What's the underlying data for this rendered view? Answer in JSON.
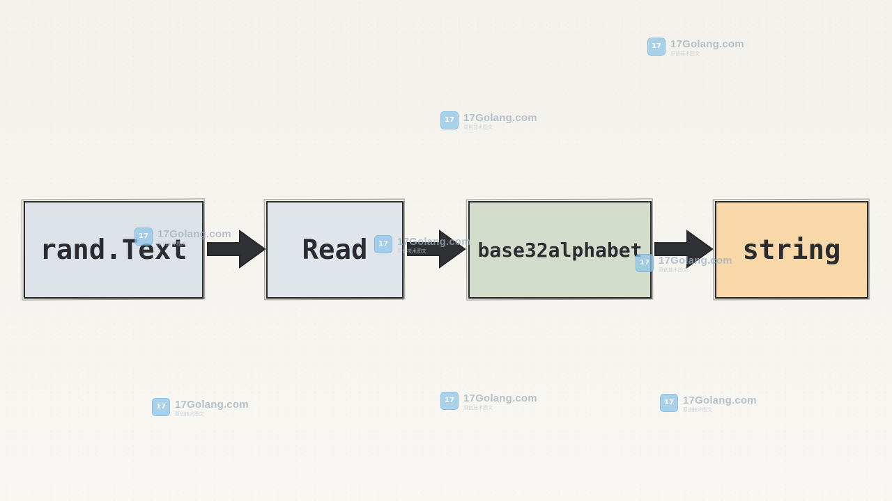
{
  "diagram": {
    "nodes": [
      {
        "id": "rand",
        "label": "rand.Text",
        "fill": "#dde2e8"
      },
      {
        "id": "read",
        "label": "Read",
        "fill": "#e0e5eb"
      },
      {
        "id": "base",
        "label": "base32alphabet",
        "fill": "#d3dccb"
      },
      {
        "id": "string",
        "label": "string",
        "fill": "#f8d8a8"
      }
    ],
    "edges": [
      {
        "from": "rand.Text",
        "to": "Read"
      },
      {
        "from": "Read",
        "to": "base32alphabet"
      },
      {
        "from": "base32alphabet",
        "to": "string"
      }
    ],
    "stroke_color": "#2b2b2b",
    "arrow_color": "#2f3135",
    "background_color": "#f6f4ee"
  },
  "watermark": {
    "text": "17Golang.com",
    "subtext": "原创技术图文",
    "logo_text": "17",
    "icon": "17golang-logo-icon",
    "accent": "#8fc5e8"
  }
}
